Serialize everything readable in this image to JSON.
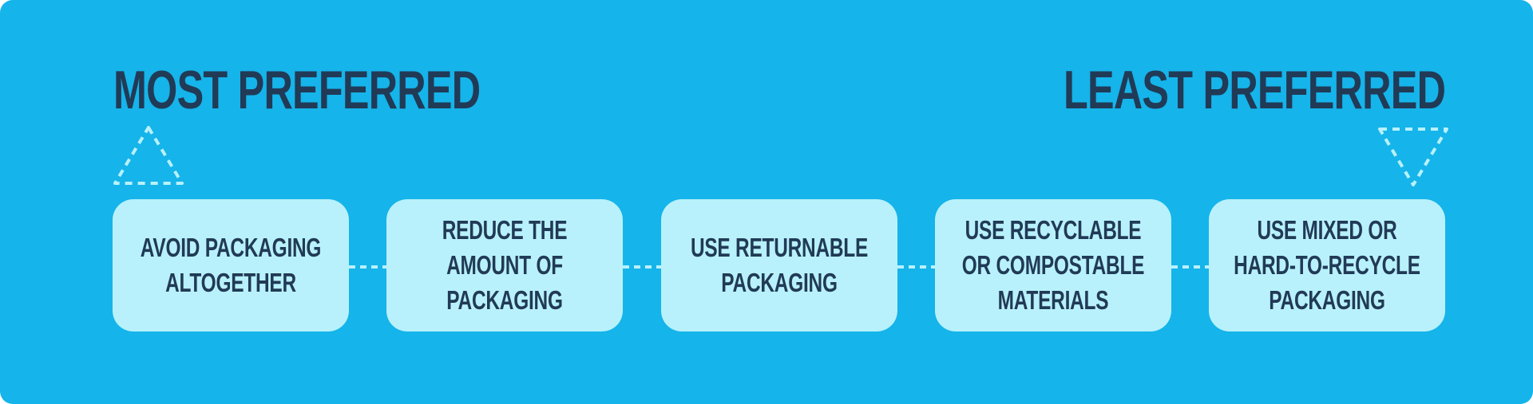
{
  "diagram": {
    "title_left": "MOST PREFERRED",
    "title_right": "LEAST PREFERRED",
    "direction_icons": {
      "left": "dashed-triangle-up-icon",
      "right": "dashed-triangle-down-icon"
    },
    "steps": [
      {
        "label": "AVOID PACKAGING\nALTOGETHER"
      },
      {
        "label": "REDUCE THE\nAMOUNT OF\nPACKAGING"
      },
      {
        "label": "USE RETURNABLE\nPACKAGING"
      },
      {
        "label": "USE RECYCLABLE\nOR COMPOSTABLE\nMATERIALS"
      },
      {
        "label": "USE MIXED OR\nHARD-TO-RECYCLE\nPACKAGING"
      }
    ],
    "colors": {
      "background": "#15b4ea",
      "box": "#b8f1fb",
      "text": "#213a56",
      "dashes": "#b8f1fb"
    }
  }
}
